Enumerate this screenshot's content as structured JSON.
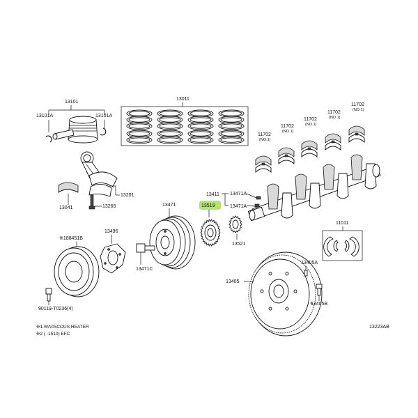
{
  "diagram_id": "13223AB",
  "notes": {
    "note1": "※1 W/VISCOUS HEATER",
    "note2": "※2 (      -1510) EFC"
  },
  "highlight_color": "#b7e07a",
  "labels": {
    "piston_set": "13101",
    "snap_ring_left": "13101A",
    "snap_ring_right": "13101A",
    "ring_set": "13011",
    "con_rod": "13201",
    "rod_bearing": "13041",
    "rod_bolt": "13265",
    "pulley": "13471",
    "crank_timing_gear": "13519",
    "key_a": "13471A",
    "key_b": "13471A",
    "crank_sprocket": "13521",
    "crank_label": "13411",
    "thrust_washer_set": "11011",
    "flywheel": "13405",
    "flywheel_pin": "13405A",
    "flywheel_bolt": "13405B",
    "damper_plate": "13496",
    "pulley_bolt": "13471C",
    "viscous_pulley": "※188451B",
    "viscous_bolt": "90119-T0236(4)",
    "main_bearing": "11702",
    "main_bearing_no": "(NO.1)"
  }
}
